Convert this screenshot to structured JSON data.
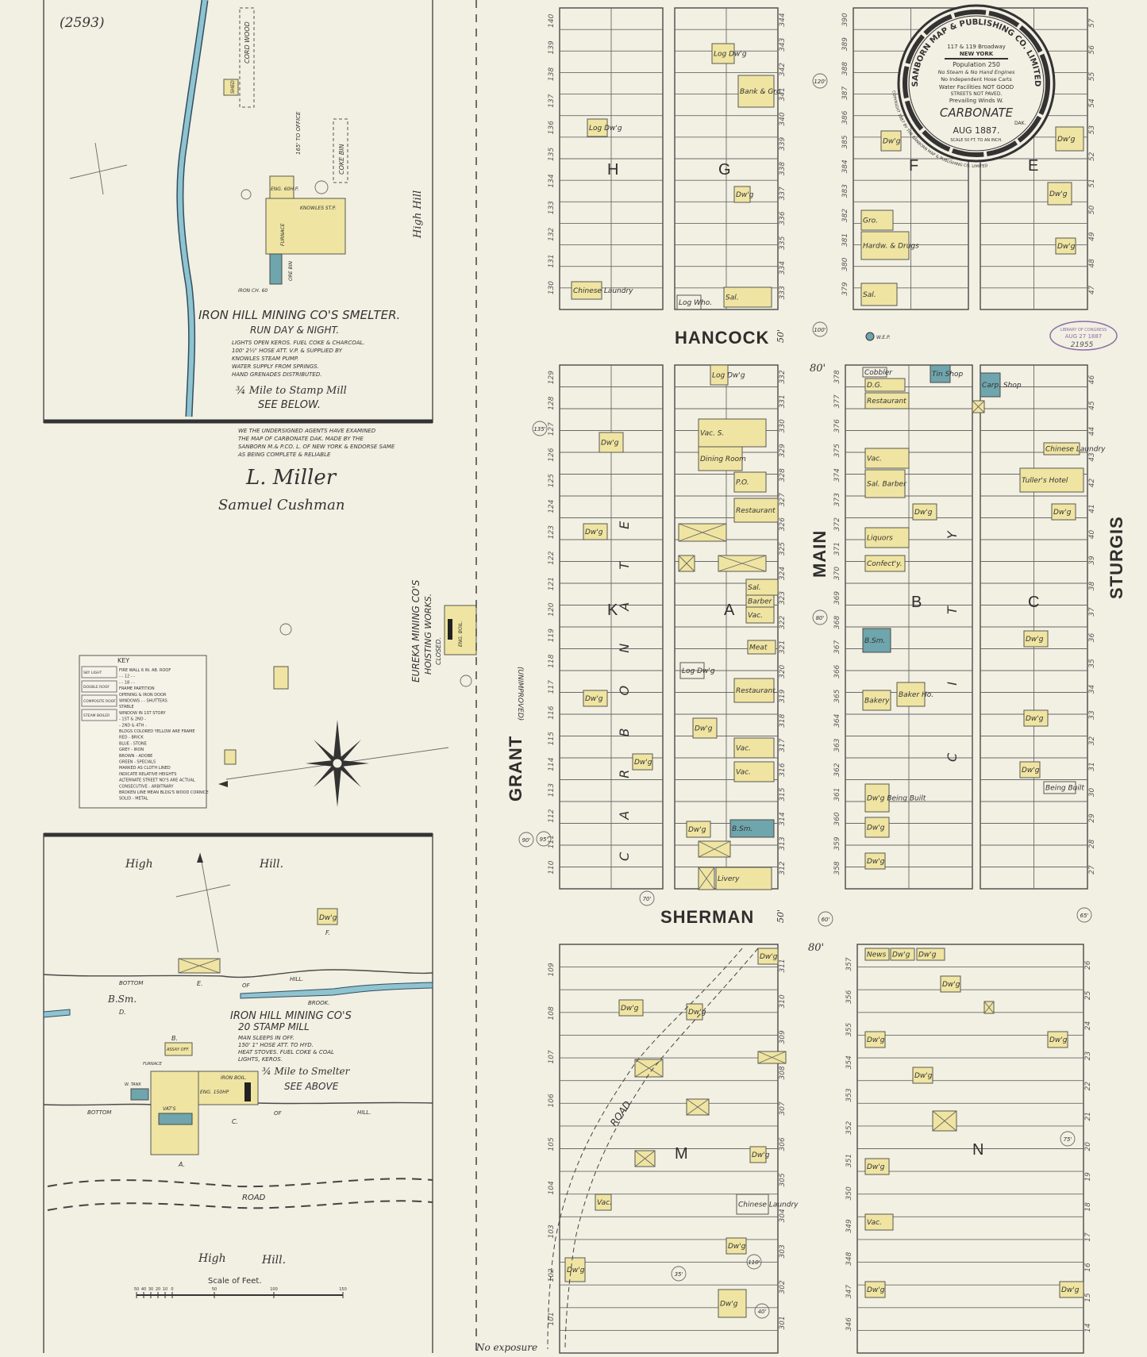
{
  "sheet_number": "(2593)",
  "title_seal": {
    "company": "SANBORN MAP & PUBLISHING CO. LIMITED",
    "address": "117 & 119 Broadway",
    "city": "NEW YORK",
    "population": "Population 250",
    "fire_1": "No Steam & No Hand Engines",
    "fire_2": "No Independent Hose Carts",
    "water": "Water Facilities NOT GOOD",
    "streets": "STREETS NOT PAVED.",
    "winds": "Prevailing Winds W.",
    "town": "CARBONATE",
    "state": "DAK.",
    "date": "AUG 1887.",
    "scale": "SCALE 50 FT. TO AN INCH.",
    "copyright": "COPYRIGHT 1887 BY THE SANBORN MAP & PUBLISHING CO. LIMITED"
  },
  "stamp": {
    "line1": "LIBRARY OF CONGRESS",
    "line2": "AUG 27 1887",
    "number": "21955"
  },
  "streets": {
    "hancock": "HANCOCK",
    "sherman": "SHERMAN",
    "main": "MAIN",
    "grant": "GRANT",
    "grant_note": "(UNIMPROVED)",
    "sturgis": "STURGIS",
    "road": "ROAD",
    "carbonate_vert": "C A R B O N A T E",
    "city_vert": "C I T Y"
  },
  "street_widths": [
    "80'",
    "80'",
    "50'",
    "50'"
  ],
  "elevations": [
    "120'",
    "100'",
    "80'",
    "70'",
    "60'",
    "65'",
    "95'",
    "90'",
    "110'",
    "40'",
    "75'",
    "135'",
    "35'"
  ],
  "hydrant_label": "W.E.P.",
  "blocks": [
    "H",
    "G",
    "F",
    "E",
    "K",
    "A",
    "B",
    "C",
    "M",
    "N"
  ],
  "lots": {
    "h_left": [
      "130",
      "131",
      "132",
      "133",
      "134",
      "135",
      "136",
      "137",
      "138",
      "139",
      "140"
    ],
    "g_right": [
      "333",
      "334",
      "335",
      "336",
      "337",
      "338",
      "339",
      "340",
      "341",
      "342",
      "343",
      "344"
    ],
    "f_left": [
      "379",
      "380",
      "381",
      "382",
      "383",
      "384",
      "385",
      "386",
      "387",
      "388",
      "389",
      "390"
    ],
    "e_right": [
      "47",
      "48",
      "49",
      "50",
      "51",
      "52",
      "53",
      "54",
      "55",
      "56",
      "57"
    ],
    "k_left": [
      "110",
      "111",
      "112",
      "113",
      "114",
      "115",
      "116",
      "117",
      "118",
      "119",
      "120",
      "121",
      "122",
      "123",
      "124",
      "125",
      "126",
      "127",
      "128",
      "129"
    ],
    "a_right": [
      "312",
      "313",
      "314",
      "315",
      "316",
      "317",
      "318",
      "319",
      "320",
      "321",
      "322",
      "323",
      "324",
      "325",
      "326",
      "327",
      "328",
      "329",
      "330",
      "331",
      "332"
    ],
    "b_left": [
      "358",
      "359",
      "360",
      "361",
      "362",
      "363",
      "364",
      "365",
      "366",
      "367",
      "368",
      "369",
      "370",
      "371",
      "372",
      "373",
      "374",
      "375",
      "376",
      "377",
      "378"
    ],
    "c_right": [
      "27",
      "28",
      "29",
      "30",
      "31",
      "32",
      "33",
      "34",
      "35",
      "36",
      "37",
      "38",
      "39",
      "40",
      "41",
      "42",
      "43",
      "44",
      "45",
      "46"
    ],
    "m_left": [
      "101",
      "102",
      "103",
      "104",
      "105",
      "106",
      "107",
      "108",
      "109"
    ],
    "m_right": [
      "301",
      "302",
      "303",
      "304",
      "305",
      "306",
      "307",
      "308",
      "309",
      "310",
      "311"
    ],
    "n_left": [
      "346",
      "347",
      "348",
      "349",
      "350",
      "351",
      "352",
      "353",
      "354",
      "355",
      "356",
      "357"
    ],
    "n_right": [
      "14",
      "15",
      "16",
      "17",
      "18",
      "19",
      "20",
      "21",
      "22",
      "23",
      "24",
      "25",
      "26"
    ]
  },
  "buildings": [
    {
      "label": "Log Dw'g",
      "type": "frame"
    },
    {
      "label": "Bank & Gro.",
      "type": "frame"
    },
    {
      "label": "Log Dw'g",
      "type": "frame"
    },
    {
      "label": "Dw'g",
      "type": "frame"
    },
    {
      "label": "Chinese Laundry",
      "type": "frame"
    },
    {
      "label": "Sal.",
      "type": "frame"
    },
    {
      "label": "Log Who.",
      "type": "none"
    },
    {
      "label": "Dw'g",
      "type": "frame"
    },
    {
      "label": "Gro.",
      "type": "frame"
    },
    {
      "label": "Hardw. & Drugs",
      "type": "frame"
    },
    {
      "label": "Sal.",
      "type": "frame"
    },
    {
      "label": "Dw'g",
      "type": "frame"
    },
    {
      "label": "Dw'g",
      "type": "frame"
    },
    {
      "label": "Dw'g",
      "type": "frame"
    },
    {
      "label": "Log Dw'g",
      "type": "frame"
    },
    {
      "label": "Vac. S.",
      "type": "frame"
    },
    {
      "label": "Dining Room",
      "type": "frame"
    },
    {
      "label": "P.O.",
      "type": "frame"
    },
    {
      "label": "Restaurant",
      "type": "frame"
    },
    {
      "label": "Dw'g",
      "type": "frame"
    },
    {
      "label": "Dw'g",
      "type": "frame"
    },
    {
      "label": "Sal.",
      "type": "frame"
    },
    {
      "label": "Barber",
      "type": "frame"
    },
    {
      "label": "Vac.",
      "type": "frame"
    },
    {
      "label": "Meat",
      "type": "frame"
    },
    {
      "label": "Log Dw'g",
      "type": "none"
    },
    {
      "label": "Restaurant",
      "type": "frame"
    },
    {
      "label": "Dw'g",
      "type": "frame"
    },
    {
      "label": "Dw'g",
      "type": "frame"
    },
    {
      "label": "Vac.",
      "type": "frame"
    },
    {
      "label": "Vac.",
      "type": "frame"
    },
    {
      "label": "Dw'g",
      "type": "frame"
    },
    {
      "label": "B.Sm.",
      "type": "stone"
    },
    {
      "label": "Dw'g",
      "type": "frame"
    },
    {
      "label": "Livery",
      "type": "frame"
    },
    {
      "label": "D.G.",
      "type": "frame"
    },
    {
      "label": "Restaurant",
      "type": "frame"
    },
    {
      "label": "Vac.",
      "type": "frame"
    },
    {
      "label": "Sal. Barber",
      "type": "frame"
    },
    {
      "label": "Liquors",
      "type": "frame"
    },
    {
      "label": "Confect'y.",
      "type": "frame"
    },
    {
      "label": "B.Sm.",
      "type": "stone"
    },
    {
      "label": "Bakery",
      "type": "frame"
    },
    {
      "label": "Dw'g",
      "type": "frame"
    },
    {
      "label": "Tuller's Hotel",
      "type": "frame"
    },
    {
      "label": "Dw'g",
      "type": "frame"
    },
    {
      "label": "Dw'g",
      "type": "frame"
    },
    {
      "label": "Dw'g",
      "type": "frame"
    },
    {
      "label": "Dw'g Being Built",
      "type": "frame"
    },
    {
      "label": "Dw'g",
      "type": "frame"
    },
    {
      "label": "Dw'g",
      "type": "frame"
    },
    {
      "label": "Carp. Shop",
      "type": "stone"
    },
    {
      "label": "Dw'g",
      "type": "frame"
    },
    {
      "label": "Dw'g",
      "type": "frame"
    },
    {
      "label": "Dw'g",
      "type": "frame"
    },
    {
      "label": "Dw'g",
      "type": "frame"
    },
    {
      "label": "Dw'g",
      "type": "frame"
    },
    {
      "label": "Dw'g",
      "type": "frame"
    },
    {
      "label": "Vac.",
      "type": "frame"
    },
    {
      "label": "Dw'g",
      "type": "frame"
    },
    {
      "label": "Dw'g",
      "type": "frame"
    },
    {
      "label": "Chinese Laundry",
      "type": "none"
    },
    {
      "label": "Dw'g",
      "type": "frame"
    },
    {
      "label": "Dw'g",
      "type": "frame"
    },
    {
      "label": "Dw'g",
      "type": "frame"
    },
    {
      "label": "Dw'g",
      "type": "frame"
    },
    {
      "label": "Dw'g",
      "type": "frame"
    },
    {
      "label": "Vac.",
      "type": "frame"
    },
    {
      "label": "Dw'g",
      "type": "frame"
    },
    {
      "label": "Baker Ho.",
      "type": "frame"
    },
    {
      "label": "News",
      "type": "frame"
    },
    {
      "label": "Dw'g",
      "type": "frame"
    },
    {
      "label": "Dw'g",
      "type": "frame"
    },
    {
      "label": "Cobbler",
      "type": "none"
    },
    {
      "label": "Tin Shop",
      "type": "stone"
    },
    {
      "label": "Chinese Laundry",
      "type": "frame"
    },
    {
      "label": "Dw'g",
      "type": "frame"
    },
    {
      "label": "Being Built",
      "type": "none"
    }
  ],
  "stables_count": 12,
  "smelter_inset": {
    "title": "IRON HILL MINING CO'S SMELTER.",
    "subtitle": "RUN DAY & NIGHT.",
    "notes": [
      "LIGHTS OPEN KEROS. FUEL COKE & CHARCOAL.",
      "100' 2½\" HOSE ATT. V.P. & SUPPLIED BY",
      "KNOWLES STEAM PUMP.",
      "WATER SUPPLY FROM SPRINGS.",
      "HAND GRENADES DISTRIBUTED."
    ],
    "distance": "¾ Mile to Stamp Mill",
    "see": "SEE BELOW.",
    "cord_wood": "CORD WOOD",
    "coke_bin": "COKE BIN",
    "to_office": "165' TO OFFICE",
    "engine": "ENG. 60H.P.",
    "knowles": "KNOWLES ST.P.",
    "furnace": "FURNACE",
    "ore_bin": "ORE BIN",
    "iron_ch": "IRON CH. 60",
    "shed": "SHED",
    "high_hill": "High Hill"
  },
  "certification": {
    "text": [
      "WE THE UNDERSIGNED AGENTS HAVE EXAMINED",
      "THE MAP OF CARBONATE DAK. MADE BY THE",
      "SANBORN M.& P.CO. L. OF NEW YORK & ENDORSE SAME",
      "AS BEING COMPLETE & RELIABLE"
    ],
    "signature_1": "L. Miller",
    "signature_2": "Samuel Cushman"
  },
  "eureka": {
    "line1": "EUREKA MINING CO'S",
    "line2": "HOISTING WORKS.",
    "line3": "CLOSED.",
    "engine": "ENG. BOIL."
  },
  "key": {
    "title": "KEY",
    "items": [
      "FIRE WALL 6 IN. AB. ROOF",
      "- - 12 - -",
      "- - 18 - -",
      "FRAME PARTITION",
      "OPENING & IRON DOOR",
      "WINDOWS - - SHUTTERS",
      "STABLE",
      "WINDOW IN 1ST STORY",
      "- 1ST & 2ND -",
      "- 2ND & 4TH -",
      "BLDGS COLORED YELLOW ARE FRAME",
      "RED - BRICK",
      "BLUE - STONE",
      "GREY - IRON",
      "BROWN - ADOBE",
      "GREEN - SPECIALS",
      "MARKED AS CLOTH LINED",
      "INDICATE RELATIVE HEIGHTS",
      "ALTERNATE STREET NO'S ARE ACTUAL",
      "CONSECUTIVE - ARBITRARY",
      "BROKEN LINE MEAN BLDG'S WOOD CORNICE",
      "SOLID - METAL"
    ],
    "left_items": [
      "SKY LIGHT",
      "DOUBLE ROOF",
      "COMPOSITE ROOF",
      "STEAM BOILER"
    ]
  },
  "stamp_mill_inset": {
    "title": "IRON HILL MINING CO'S",
    "subtitle": "20 STAMP MILL",
    "notes": [
      "MAN SLEEPS IN OFF.",
      "150' 1\" HOSE ATT. TO HYD.",
      "HEAT STOVES. FUEL COKE & COAL",
      "LIGHTS, KEROS."
    ],
    "distance": "¾ Mile to Smelter",
    "see": "SEE ABOVE",
    "high_hill_1": "High",
    "high_hill_2": "Hill.",
    "bottom_1": "BOTTOM",
    "bottom_2": "OF",
    "bottom_3": "HILL.",
    "brook": "BROOK.",
    "bsm": "B.Sm.",
    "vats": "VAT'S",
    "engine": "ENG. 150HP",
    "boiler": "IRON BOIL.",
    "w_tank": "W. TANK",
    "furnace": "FURNACE",
    "assay": "ASSAY OFF.",
    "road": "ROAD",
    "letters": [
      "A.",
      "B.",
      "C.",
      "D.",
      "E.",
      "F."
    ],
    "dwg": "Dw'g",
    "high_hill_bottom_1": "High",
    "high_hill_bottom_2": "Hill.",
    "scale_title": "Scale of Feet.",
    "scale_ticks": [
      "50",
      "40",
      "30",
      "20",
      "10",
      "0",
      "50",
      "100",
      "150"
    ]
  },
  "no_exposure": "No exposure",
  "colors": {
    "paper": "#f2efe3",
    "frame": "#efe4a2",
    "stone": "#6fa5ac",
    "water": "#8fc3cf",
    "ink": "#3a3a38"
  }
}
